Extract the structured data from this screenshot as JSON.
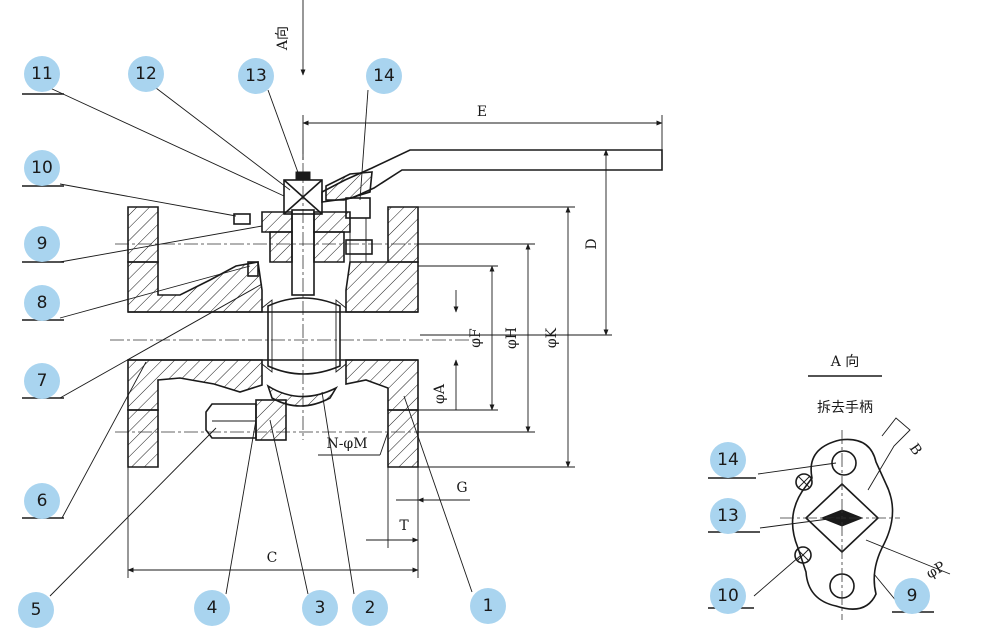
{
  "callouts": [
    {
      "id": "11",
      "label": "11"
    },
    {
      "id": "12",
      "label": "12"
    },
    {
      "id": "13",
      "label": "13"
    },
    {
      "id": "14",
      "label": "14"
    },
    {
      "id": "10",
      "label": "10"
    },
    {
      "id": "9",
      "label": "9"
    },
    {
      "id": "8",
      "label": "8"
    },
    {
      "id": "7",
      "label": "7"
    },
    {
      "id": "6",
      "label": "6"
    },
    {
      "id": "5",
      "label": "5"
    },
    {
      "id": "4",
      "label": "4"
    },
    {
      "id": "3",
      "label": "3"
    },
    {
      "id": "2",
      "label": "2"
    },
    {
      "id": "1",
      "label": "1"
    }
  ],
  "detail_callouts": [
    {
      "id": "14",
      "label": "14"
    },
    {
      "id": "13",
      "label": "13"
    },
    {
      "id": "10",
      "label": "10"
    },
    {
      "id": "9",
      "label": "9"
    }
  ],
  "dimensions": {
    "view_arrow": "A向",
    "E": "E",
    "D": "D",
    "C": "C",
    "G": "G",
    "T": "T",
    "phiF": "φF",
    "phiH": "φH",
    "phiK": "φK",
    "phiA": "φA",
    "NphiM": "N-φM",
    "B": "B",
    "phiP": "φP"
  },
  "detail_view": {
    "title": "A 向",
    "subtitle": "拆去手柄"
  },
  "colors": {
    "bubble": "#a9d4ef",
    "line": "#1a1a1a"
  }
}
